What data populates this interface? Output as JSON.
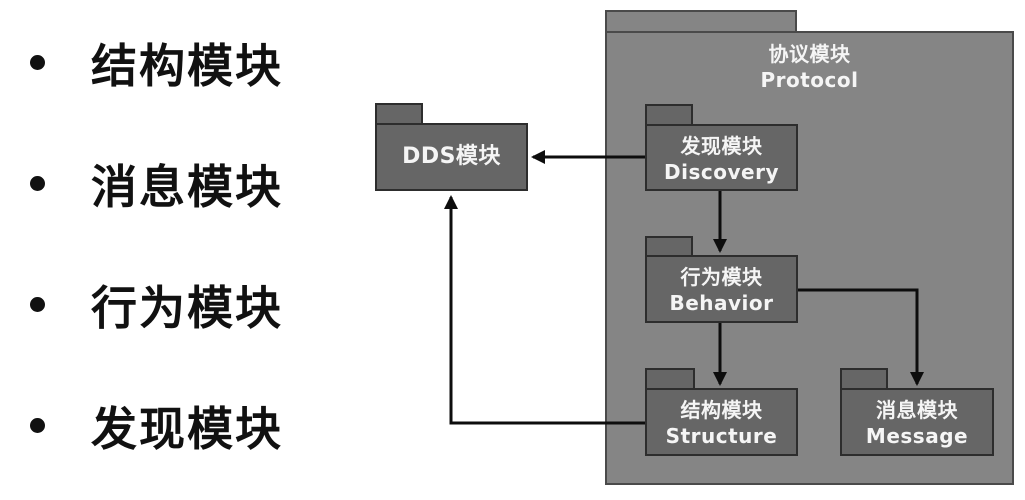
{
  "bullets": {
    "items": [
      {
        "label": "结构模块"
      },
      {
        "label": "消息模块"
      },
      {
        "label": "行为模块"
      },
      {
        "label": "发现模块"
      }
    ]
  },
  "diagram": {
    "protocol": {
      "label_zh": "协议模块",
      "label_en": "Protocol"
    },
    "dds": {
      "label": "DDS模块"
    },
    "discovery": {
      "label_zh": "发现模块",
      "label_en": "Discovery"
    },
    "behavior": {
      "label_zh": "行为模块",
      "label_en": "Behavior"
    },
    "structure": {
      "label_zh": "结构模块",
      "label_en": "Structure"
    },
    "message": {
      "label_zh": "消息模块",
      "label_en": "Message"
    },
    "edges": [
      {
        "from": "discovery",
        "to": "dds"
      },
      {
        "from": "discovery",
        "to": "behavior"
      },
      {
        "from": "behavior",
        "to": "structure"
      },
      {
        "from": "behavior",
        "to": "message"
      },
      {
        "from": "structure",
        "to": "dds"
      }
    ]
  },
  "colors": {
    "outer_package_fill": "#858585",
    "inner_package_fill": "#666666",
    "package_border": "#2d2d2d",
    "arrow": "#0d0d0d",
    "label_text": "#f5f5f5",
    "bullet_text": "#111111",
    "background": "#ffffff"
  }
}
